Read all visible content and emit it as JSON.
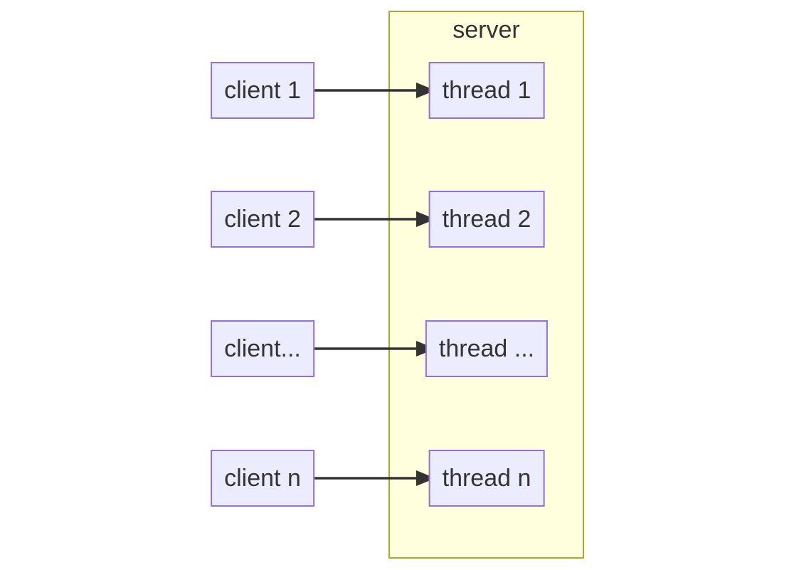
{
  "diagram": {
    "server": {
      "label": "server"
    },
    "rows": [
      {
        "client": "client 1",
        "thread": "thread 1"
      },
      {
        "client": "client 2",
        "thread": "thread 2"
      },
      {
        "client": "client...",
        "thread": "thread ..."
      },
      {
        "client": "client n",
        "thread": "thread n"
      }
    ],
    "colors": {
      "node_fill": "#ECECFF",
      "node_border": "#9370DB",
      "server_fill": "#FFFFDE",
      "server_border": "#AAAA33",
      "arrow": "#333333",
      "text": "#333333"
    }
  }
}
